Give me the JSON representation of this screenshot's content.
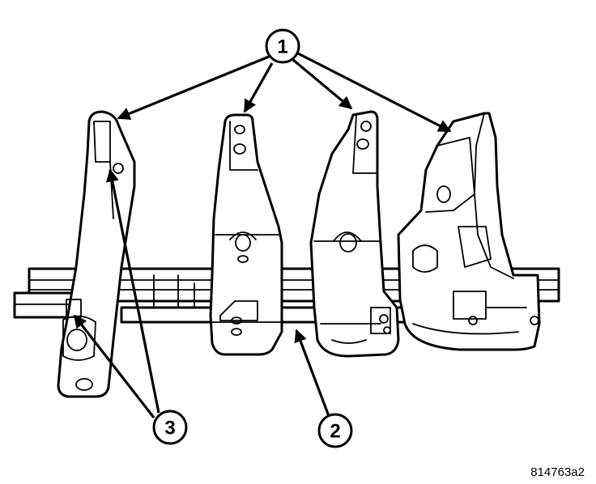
{
  "callouts": [
    {
      "id": "c1",
      "label": "1"
    },
    {
      "id": "c2",
      "label": "2"
    },
    {
      "id": "c3",
      "label": "3"
    }
  ],
  "figure_id": "814763a2"
}
